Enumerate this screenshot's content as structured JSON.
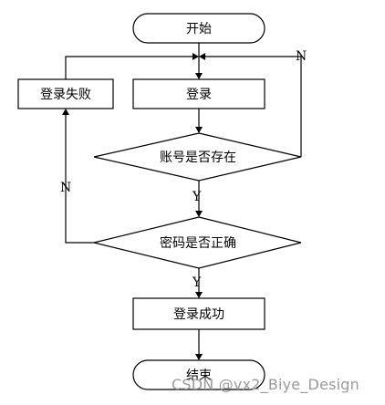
{
  "nodes": {
    "start": "开始",
    "login": "登录",
    "login_fail": "登录失败",
    "account_check": "账号是否存在",
    "password_check": "密码是否正确",
    "login_success": "登录成功",
    "end": "结束"
  },
  "edges": {
    "account_no": "N",
    "account_yes": "Y",
    "password_no": "N",
    "password_yes": "Y"
  },
  "watermark": "CSDN @vx2_Biye_Design"
}
